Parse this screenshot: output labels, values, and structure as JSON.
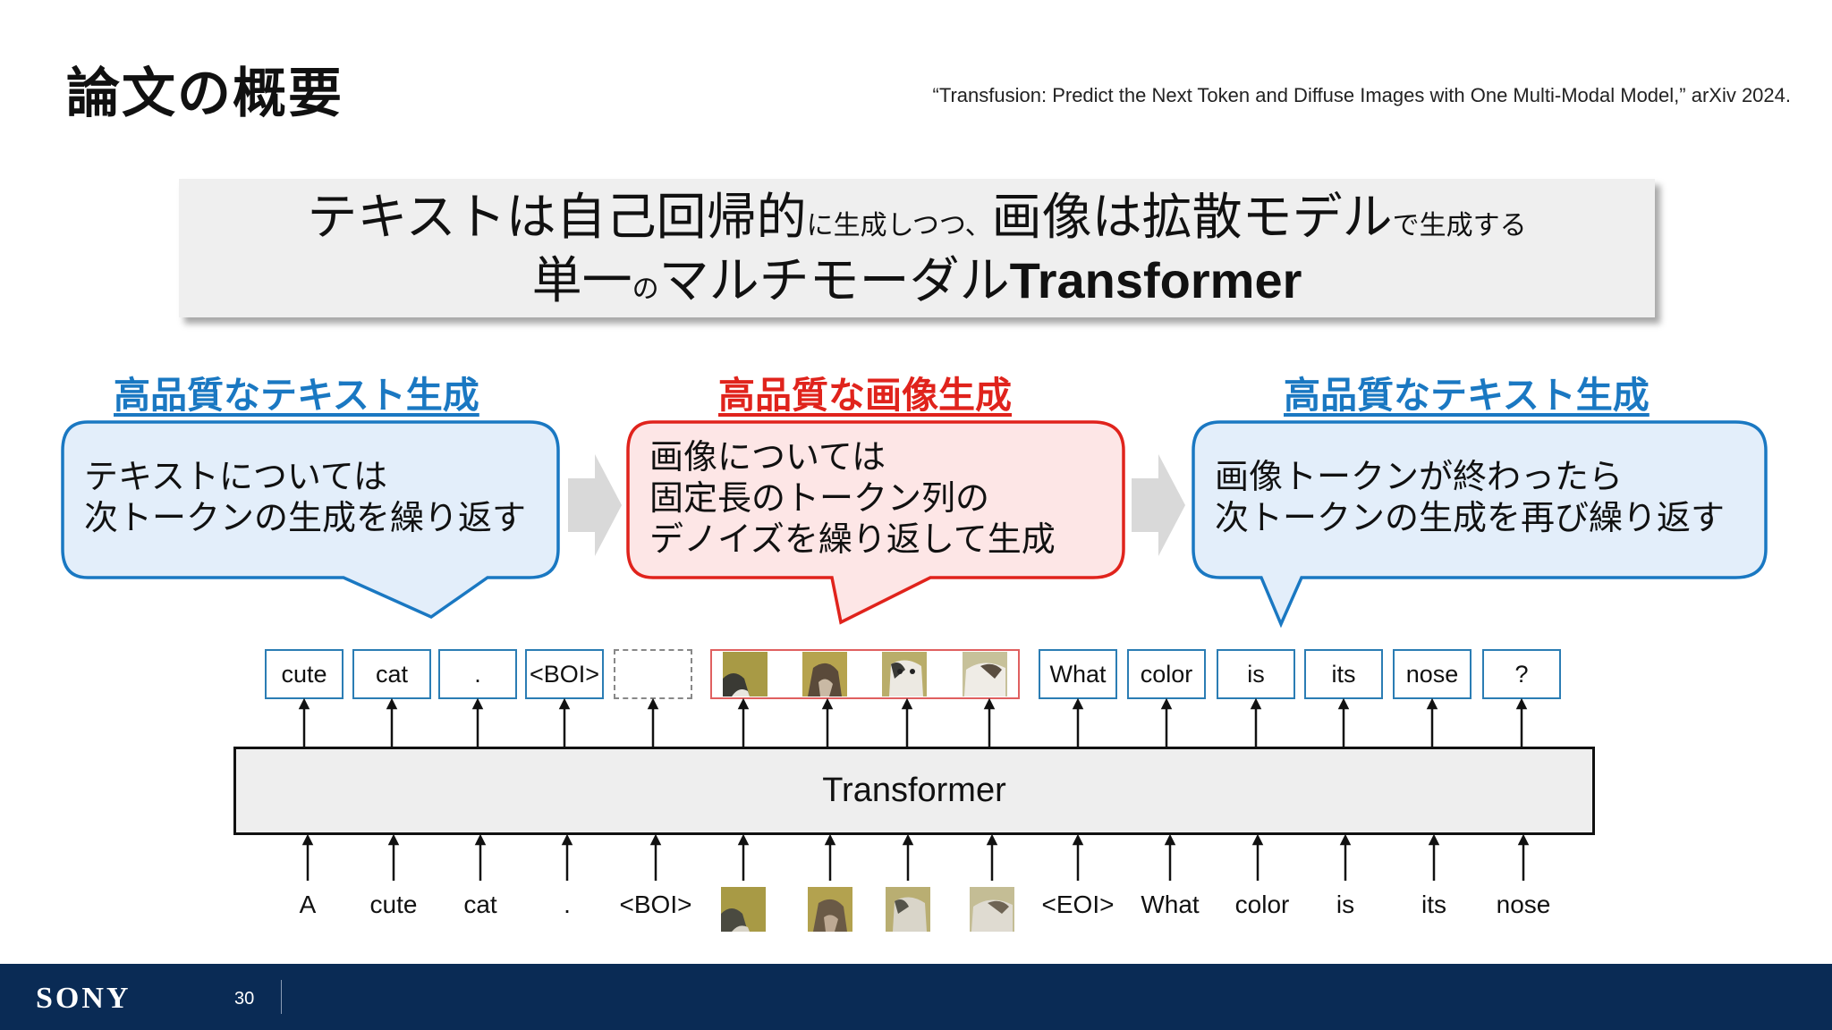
{
  "slide": {
    "title": "論文の概要",
    "citation": "“Transfusion: Predict the Next Token and Diffuse Images with One Multi-Modal Model,” arXiv 2024.",
    "page_number": "30",
    "logo": "SONY"
  },
  "summary": {
    "line1": [
      {
        "text": "テキストは自己回帰的",
        "size": "big"
      },
      {
        "text": "に生成しつつ、",
        "size": "small"
      },
      {
        "text": "画像は拡散モデル",
        "size": "big"
      },
      {
        "text": "で生成する",
        "size": "small"
      }
    ],
    "line2": [
      {
        "text": "単一",
        "size": "big"
      },
      {
        "text": "の",
        "size": "small"
      },
      {
        "text": "マルチモーダル",
        "size": "big"
      },
      {
        "text": "Transformer",
        "size": "big",
        "bold": true
      }
    ]
  },
  "headings": [
    {
      "text": "高品質なテキスト生成",
      "color": "#1a78c2"
    },
    {
      "text": "高品質な画像生成",
      "color": "#e0231c"
    },
    {
      "text": "高品質なテキスト生成",
      "color": "#1a78c2"
    }
  ],
  "bubbles": [
    {
      "lines": [
        "テキストについては",
        "次トークンの生成を繰り返す"
      ],
      "fill": "#e3eefa",
      "stroke": "#1a78c2"
    },
    {
      "lines": [
        "画像については",
        "固定長のトークン列の",
        "デノイズを繰り返して生成"
      ],
      "fill": "#fde6e6",
      "stroke": "#e0231c"
    },
    {
      "lines": [
        "画像トークンが終わったら",
        "次トークンの生成を再び繰り返す"
      ],
      "fill": "#e3eefa",
      "stroke": "#1a78c2"
    }
  ],
  "diagram": {
    "output_tokens_left": [
      "cute",
      "cat",
      ".",
      "<BOI>",
      ""
    ],
    "output_tokens_right": [
      "What",
      "color",
      "is",
      "its",
      "nose",
      "?"
    ],
    "transformer_label": "Transformer",
    "input_tokens_left": [
      "A",
      "cute",
      "cat",
      ".",
      "<BOI>"
    ],
    "input_tokens_right": [
      "<EOI>",
      "What",
      "color",
      "is",
      "its",
      "nose"
    ],
    "image_patches": [
      "cat-image-patch-1",
      "cat-image-patch-2",
      "cat-image-patch-3",
      "cat-image-patch-4"
    ],
    "token_border_color": "#2b7db4",
    "image_border_color": "#e06060"
  }
}
